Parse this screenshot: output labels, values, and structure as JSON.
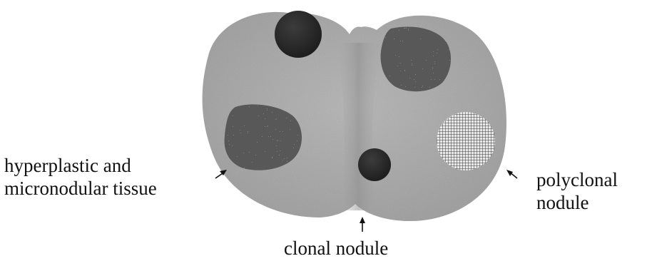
{
  "labels": {
    "hyperplastic": [
      "hyperplastic and",
      "micronodular tissue"
    ],
    "clonal": "clonal nodule",
    "polyclonal": [
      "polyclonal",
      "nodule"
    ]
  },
  "colors": {
    "gland": "#ababab",
    "gland_light": "#bcbcbc",
    "isthmus_shade": "#9a9a9a",
    "dark_nodule": "#262626",
    "text": "#111111"
  }
}
